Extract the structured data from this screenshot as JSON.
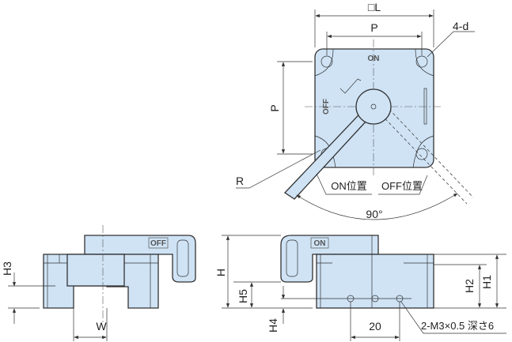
{
  "title": "Toggle clamp dimension drawing",
  "top_view": {
    "dim_L": "□L",
    "dim_P_horizontal": "P",
    "dim_P_vertical": "P",
    "holes": "4-d",
    "radius": "R",
    "marking_on": "ON",
    "marking_off": "OFF",
    "on_position": "ON位置",
    "off_position": "OFF位置",
    "rotation_angle": "90°"
  },
  "side_view_left": {
    "marking": "OFF",
    "dim_H3": "H3",
    "dim_W": "W"
  },
  "side_view_right": {
    "marking": "ON",
    "dim_H": "H",
    "dim_H1": "H1",
    "dim_H2": "H2",
    "dim_H4": "H4",
    "dim_H5": "H5",
    "dim_pitch": "20",
    "tapped_holes": "2-M3×0.5 深さ6"
  },
  "colors": {
    "body_fill": "#cfe3f5",
    "outline": "#333333"
  }
}
